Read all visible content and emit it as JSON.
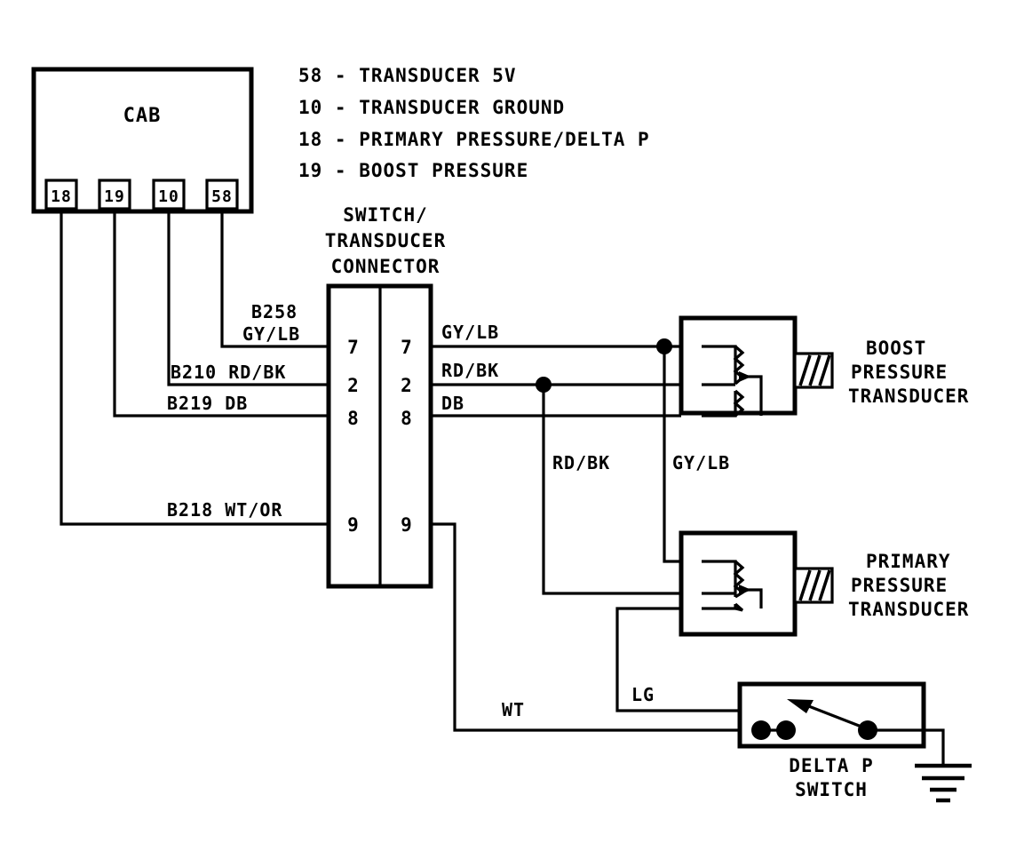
{
  "legend": {
    "lines": [
      "58 - TRANSDUCER 5V",
      "10 - TRANSDUCER GROUND",
      "18 - PRIMARY PRESSURE/DELTA P",
      "19 - BOOST PRESSURE"
    ]
  },
  "cab": {
    "label": "CAB",
    "pins": [
      "18",
      "19",
      "10",
      "58"
    ]
  },
  "connector": {
    "title_lines": [
      "SWITCH/",
      "TRANSDUCER",
      "CONNECTOR"
    ],
    "left_pins": [
      "7",
      "2",
      "8",
      "9"
    ],
    "right_pins": [
      "7",
      "2",
      "8",
      "9"
    ]
  },
  "wire_labels": {
    "cab_to_connector": [
      "B258",
      "GY/LB",
      "B210 RD/BK",
      "B219 DB",
      "B218 WT/OR"
    ],
    "connector_out_top": "GY/LB",
    "connector_out_mid": "RD/BK",
    "connector_out_low": "DB",
    "drop_rdbk": "RD/BK",
    "drop_gylb": "GY/LB",
    "switch_wt": "WT",
    "switch_lg": "LG"
  },
  "components": {
    "boost_transducer": [
      "BOOST",
      "PRESSURE",
      "TRANSDUCER"
    ],
    "primary_transducer": [
      "PRIMARY",
      "PRESSURE",
      "TRANSDUCER"
    ],
    "delta_p_switch": [
      "DELTA P",
      "SWITCH"
    ]
  },
  "colors": {
    "line": "#000000",
    "background": "#ffffff"
  }
}
